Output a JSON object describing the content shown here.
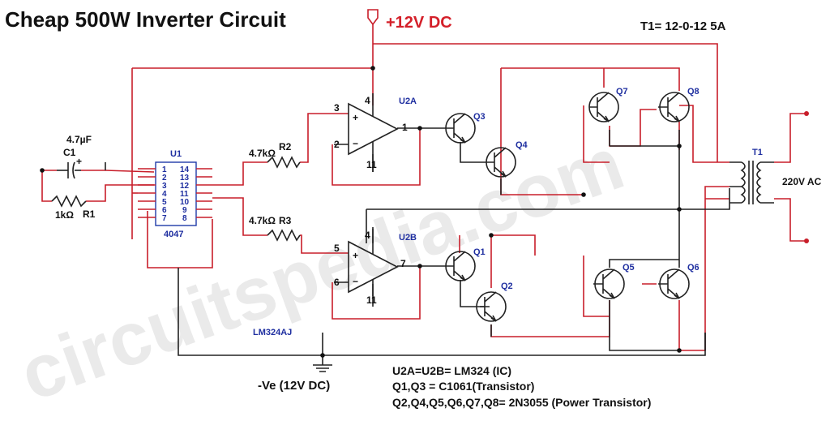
{
  "title": "Cheap 500W Inverter Circuit",
  "supply_pos": "+12V DC",
  "supply_neg": "-Ve (12V DC)",
  "transformer_spec": "T1= 12-0-12  5A",
  "watermark": "circuitspedia.com",
  "output_label": "220V AC",
  "components": {
    "c1": {
      "name": "C1",
      "value": "4.7µF",
      "plus": "+"
    },
    "r1": {
      "name": "R1",
      "value": "1kΩ"
    },
    "r2": {
      "name": "R2",
      "value": "4.7kΩ"
    },
    "r3": {
      "name": "R3",
      "value": "4.7kΩ"
    },
    "u1": {
      "name": "U1",
      "part": "4047",
      "left_pins": [
        "1",
        "2",
        "3",
        "4",
        "5",
        "6",
        "7"
      ],
      "right_pins": [
        "14",
        "13",
        "12",
        "11",
        "10",
        "9",
        "8"
      ]
    },
    "u2a": {
      "name": "U2A",
      "pins": {
        "plus": "3",
        "minus": "2",
        "out": "1",
        "vcc": "4",
        "gnd": "11"
      }
    },
    "u2b": {
      "name": "U2B",
      "pins": {
        "plus": "5",
        "minus": "6",
        "out": "7",
        "vcc": "4",
        "gnd": "11"
      }
    },
    "opamp_part": "LM324AJ",
    "transistors": [
      "Q1",
      "Q2",
      "Q3",
      "Q4",
      "Q5",
      "Q6",
      "Q7",
      "Q8"
    ],
    "t1": "T1"
  },
  "notes": [
    "U2A=U2B= LM324 (IC)",
    "Q1,Q3 = C1061(Transistor)",
    "Q2,Q4,Q5,Q6,Q7,Q8= 2N3055 (Power Transistor)"
  ],
  "colors": {
    "wire_red": "#c81e2a",
    "wire_black": "#222222",
    "ic_blue": "#1f2fa0",
    "supply_red": "#d4202a"
  }
}
